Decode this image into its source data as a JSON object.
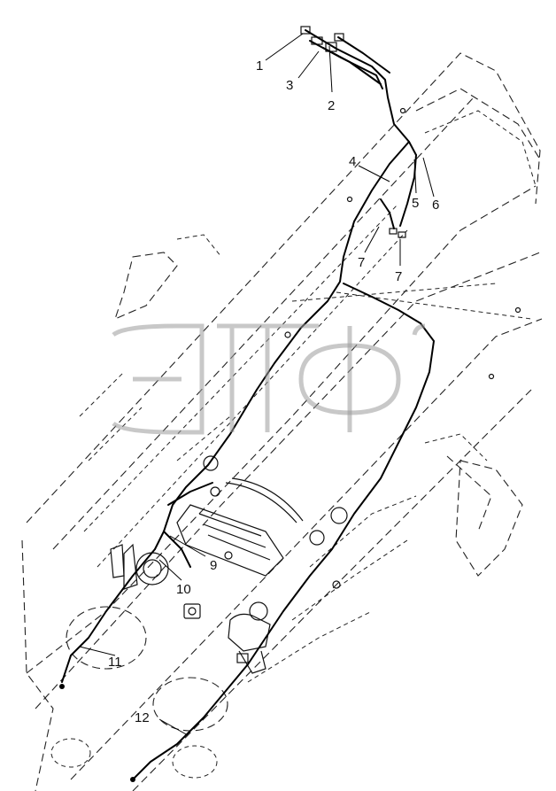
{
  "callouts": [
    {
      "id": "1",
      "label": "1"
    },
    {
      "id": "2",
      "label": "2"
    },
    {
      "id": "3",
      "label": "3"
    },
    {
      "id": "4",
      "label": "4"
    },
    {
      "id": "5",
      "label": "5"
    },
    {
      "id": "6",
      "label": "6"
    },
    {
      "id": "7a",
      "label": "7"
    },
    {
      "id": "7b",
      "label": "7"
    },
    {
      "id": "9",
      "label": "9"
    },
    {
      "id": "10",
      "label": "10"
    },
    {
      "id": "11",
      "label": "11"
    },
    {
      "id": "12",
      "label": "12"
    }
  ],
  "watermark": {
    "text": "ЭТФ",
    "rendered_as": "outlined-logo"
  },
  "colors": {
    "line": "#111111",
    "background": "#ffffff",
    "watermark": "#9a9a9a"
  }
}
